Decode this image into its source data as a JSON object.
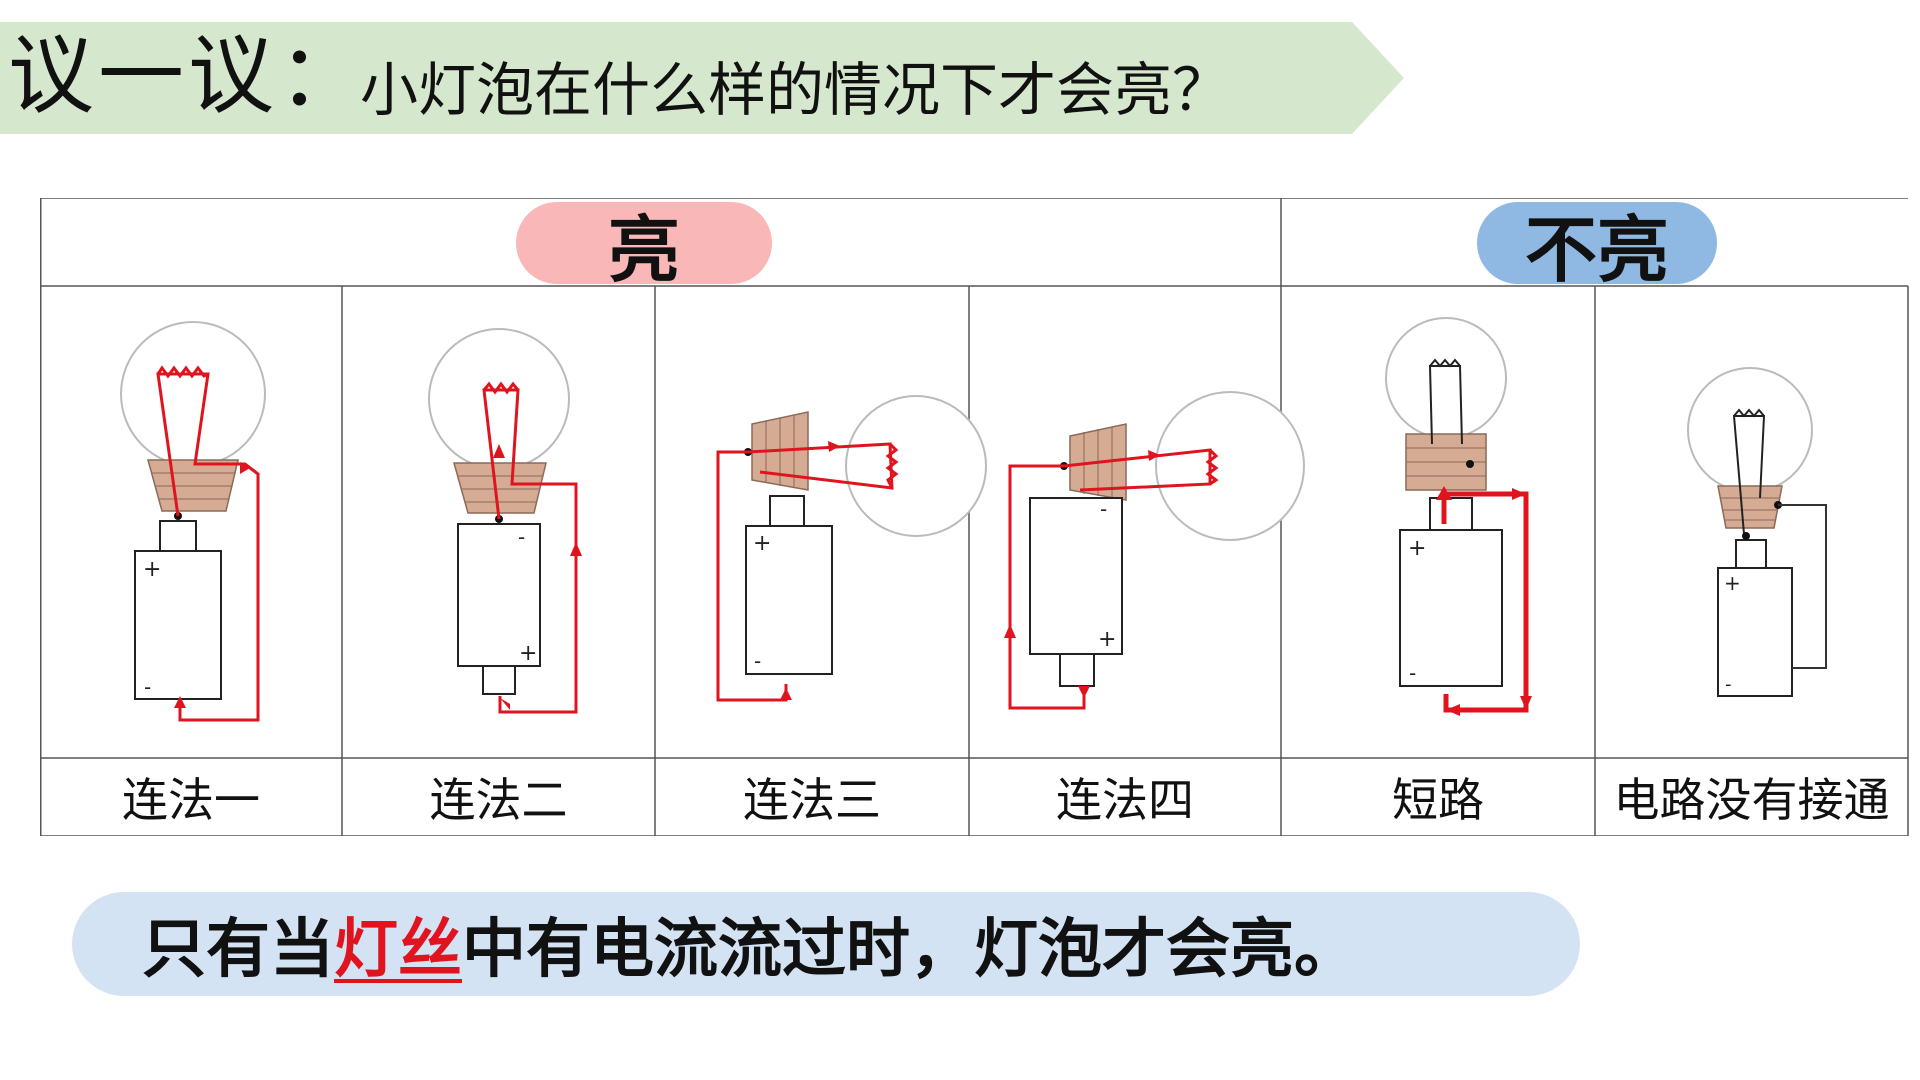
{
  "colors": {
    "banner": "#d5e8cd",
    "lit_pill": "#f9b7b7",
    "unlit_pill": "#8fb9e3",
    "conclusion_bg": "#d3e3f4",
    "wire": "#e0141e",
    "wire_dark": "#333333",
    "bulb_base": "#d6ab93",
    "highlight": "#e0141e"
  },
  "header": {
    "label": "议一议：",
    "question": "小灯泡在什么样的情况下才会亮？"
  },
  "groups": {
    "lit": "亮",
    "unlit": "不亮"
  },
  "cells": [
    {
      "caption": "连法一",
      "icon": "bulb-battery-diagram-icon"
    },
    {
      "caption": "连法二",
      "icon": "bulb-battery-diagram-icon"
    },
    {
      "caption": "连法三",
      "icon": "bulb-battery-diagram-icon"
    },
    {
      "caption": "连法四",
      "icon": "bulb-battery-diagram-icon"
    },
    {
      "caption": "短路",
      "icon": "short-circuit-diagram-icon"
    },
    {
      "caption": "电路没有接通",
      "icon": "open-circuit-diagram-icon"
    }
  ],
  "conclusion": {
    "prefix": "只有当",
    "highlight": "灯丝",
    "suffix": "中有电流流过时，灯泡才会亮。"
  }
}
